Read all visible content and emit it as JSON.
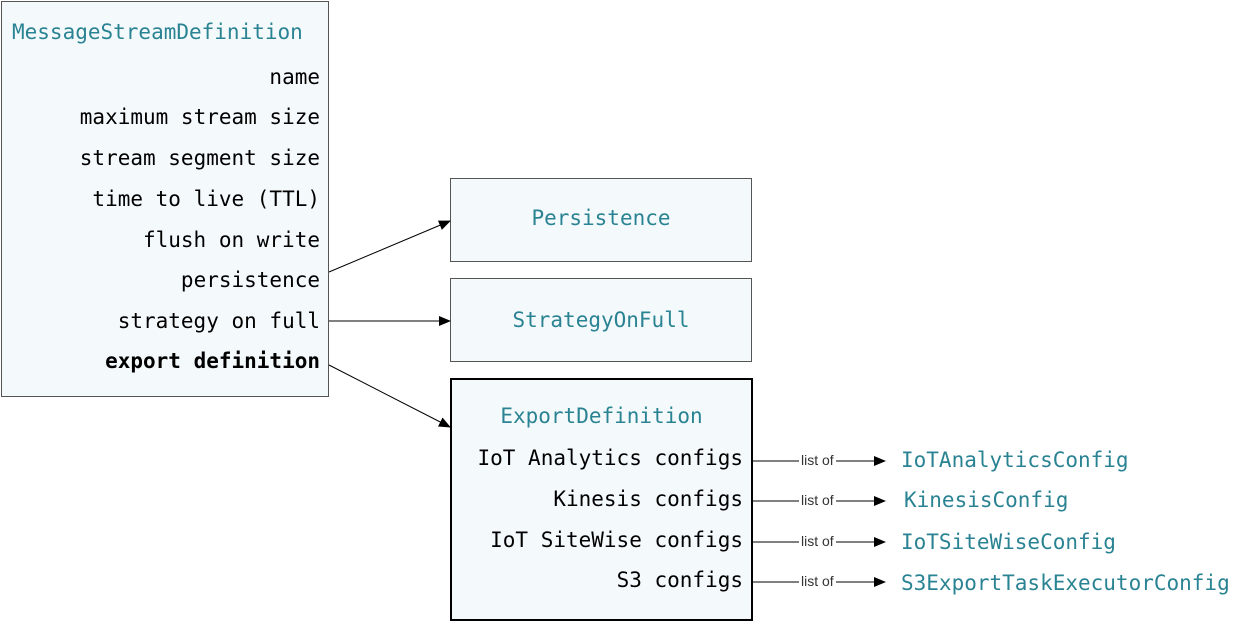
{
  "message_stream": {
    "title": "MessageStreamDefinition",
    "fields": [
      "name",
      "maximum stream size",
      "stream segment size",
      "time to live (TTL)",
      "flush on write",
      "persistence",
      "strategy on full",
      "export definition"
    ]
  },
  "persistence": {
    "title": "Persistence"
  },
  "strategy_on_full": {
    "title": "StrategyOnFull"
  },
  "export_definition": {
    "title": "ExportDefinition",
    "fields": [
      "IoT Analytics configs",
      "Kinesis configs",
      "IoT SiteWise configs",
      "S3 configs"
    ]
  },
  "edge_label": "list of",
  "targets": [
    "IoTAnalyticsConfig",
    "KinesisConfig",
    "IoTSiteWiseConfig",
    "S3ExportTaskExecutorConfig"
  ],
  "colors": {
    "type_name": "#2a8393",
    "box_fill": "#f4f9fb",
    "line": "#000000"
  }
}
